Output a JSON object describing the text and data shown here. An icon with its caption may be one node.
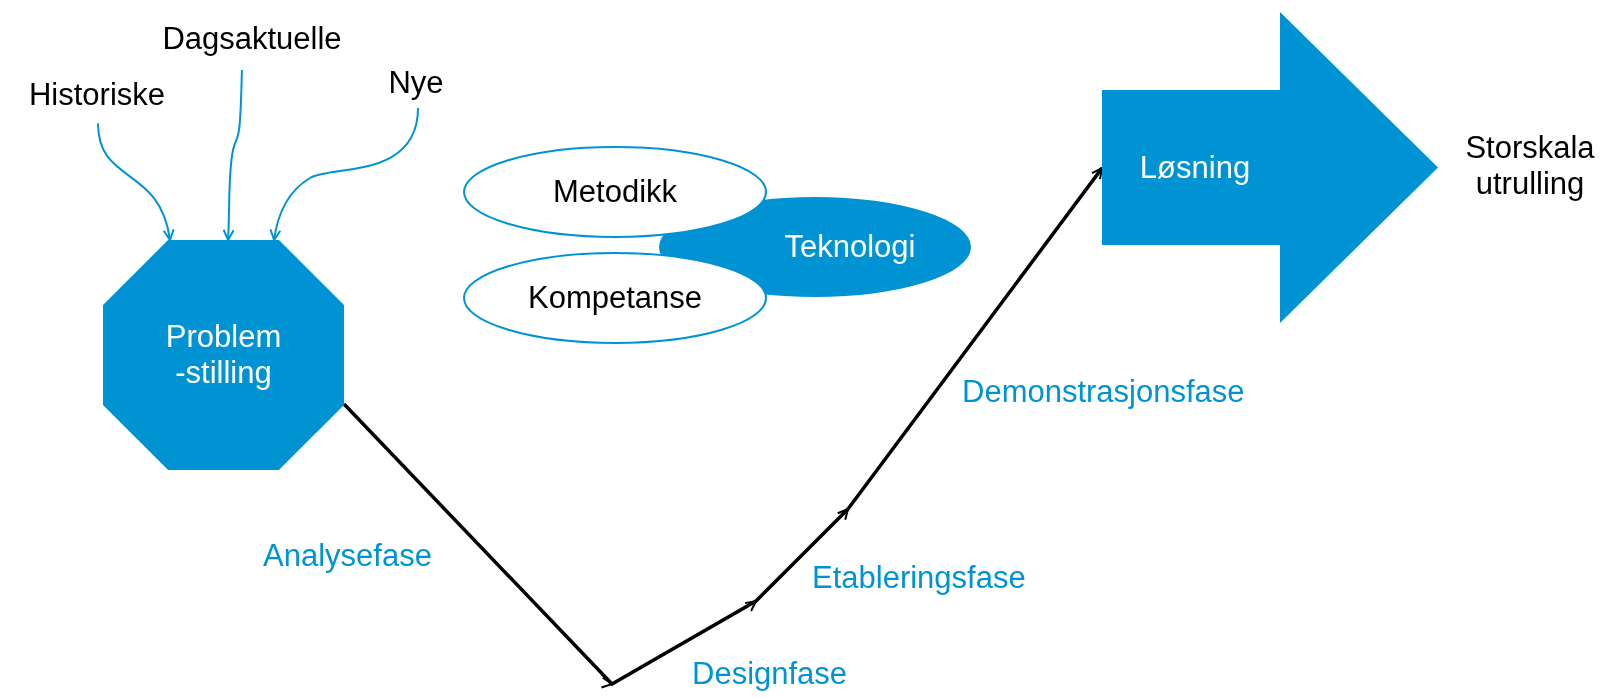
{
  "diagram": {
    "nodes": [
      {
        "text": [
          "Historiske"
        ]
      },
      {
        "text": [
          "Dagsaktuelle"
        ]
      },
      {
        "text": [
          "Nye"
        ]
      },
      {
        "text": [
          "Problem -stilling"
        ]
      },
      {
        "text": [
          "Metodikk"
        ]
      },
      {
        "text": [
          "Teknologi"
        ]
      },
      {
        "text": [
          "Kompetanse"
        ]
      },
      {
        "text": [
          "Løsning"
        ]
      }
    ],
    "edges": [
      {
        "from": 0,
        "to": 3,
        "arrow": "to"
      },
      {
        "from": 1,
        "to": 3,
        "arrow": "to"
      },
      {
        "from": 2,
        "to": 3,
        "arrow": "to"
      },
      {
        "from": 3,
        "to": 7,
        "arrow": "to",
        "color": "#000000"
      }
    ],
    "labels": [
      "Storskala utrulling",
      "Demonstrasjonsfase",
      "Analysefase",
      "Etableringsfase",
      "Designfase"
    ]
  }
}
